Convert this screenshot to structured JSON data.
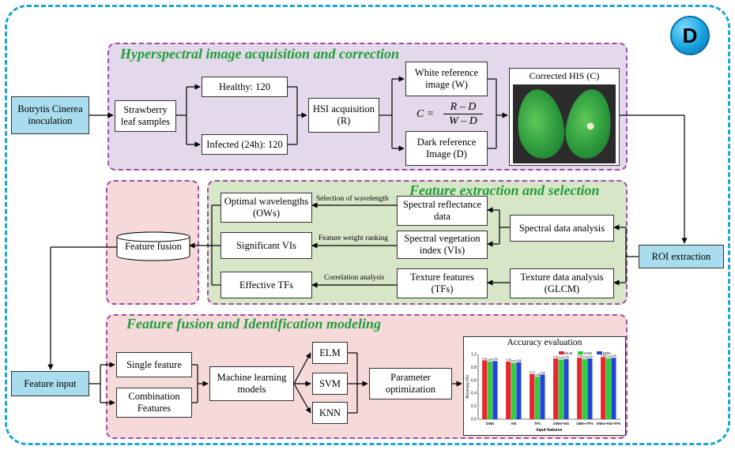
{
  "badge": "D",
  "panels": {
    "acquisition": "Hyperspectral image acquisition and correction",
    "extraction": "Feature extraction and selection",
    "modeling": "Feature fusion and Identification modeling"
  },
  "nodes": {
    "botrytis": "Botrytis Cinerea inoculation",
    "strawberry": "Strawberry leaf samples",
    "healthy": "Healthy: 120",
    "infected": "Infected (24h): 120",
    "hsi": "HSI acquisition (R)",
    "white_ref": "White reference image (W)",
    "dark_ref": "Dark reference Image (D)",
    "corrected": "Corrected HIS (C)",
    "formula_lhs": "C =",
    "formula_num": "R – D",
    "formula_den": "W – D",
    "roi": "ROI extraction",
    "optimal_wl": "Optimal wavelengths (OWs)",
    "significant_vi": "Significant VIs",
    "effective_tf": "Effective TFs",
    "spectral_refl": "Spectral reflectance data",
    "spectral_veg": "Spectral vegetation index (VIs)",
    "texture_feat": "Texture features (TFs)",
    "spectral_analysis": "Spectral data analysis",
    "texture_analysis": "Texture data analysis (GLCM)",
    "feature_fusion": "Feature fusion",
    "feature_input": "Feature input",
    "single_feature": "Single feature",
    "combination": "Combination Features",
    "ml_models": "Machine learning models",
    "elm": "ELM",
    "svm": "SVM",
    "knn": "KNN",
    "param_opt": "Parameter optimization"
  },
  "edge_labels": {
    "selection": "Selection of wavelength",
    "ranking": "Feature weight ranking",
    "correlation": "Correlation analysis"
  },
  "chart_data": {
    "type": "bar",
    "title": "Accuracy evaluation",
    "xlabel": "Input features",
    "ylabel": "Accuracy (%)",
    "ylim": [
      0,
      1.0
    ],
    "categories": [
      "OWs",
      "VIs",
      "TFs",
      "OWs+VIs",
      "OWs+TFs",
      "OWs+VIs+TFs"
    ],
    "series": [
      {
        "name": "ELM",
        "color": "#e8262d",
        "values": [
          0.91,
          0.89,
          0.7,
          0.94,
          0.95,
          0.96
        ]
      },
      {
        "name": "SVM",
        "color": "#2fcf3a",
        "values": [
          0.89,
          0.87,
          0.66,
          0.92,
          0.93,
          0.94
        ]
      },
      {
        "name": "KNN",
        "color": "#2346d6",
        "values": [
          0.9,
          0.88,
          0.69,
          0.93,
          0.94,
          0.95
        ]
      }
    ]
  }
}
